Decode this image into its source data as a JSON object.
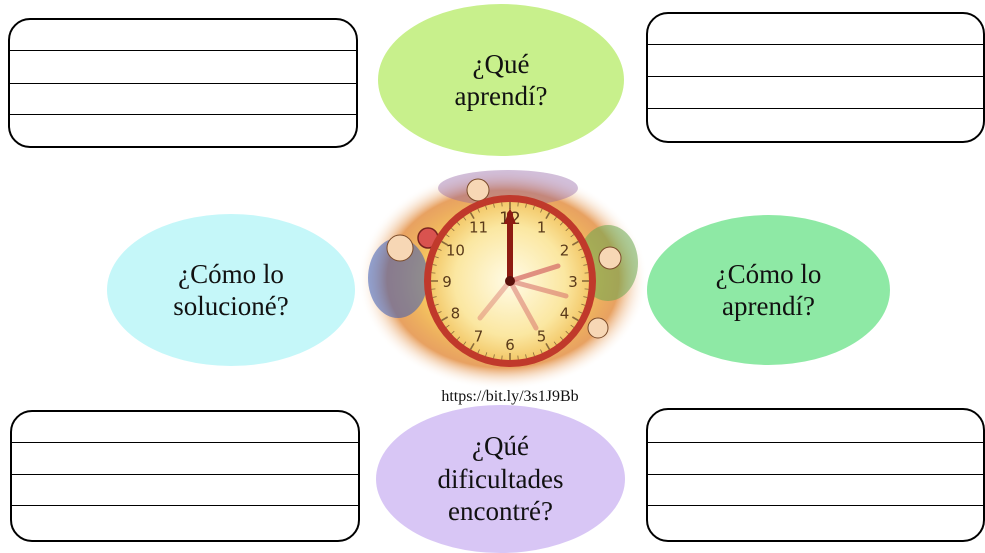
{
  "questions": {
    "what_learned": "¿Qué\naprendí?",
    "how_solved": "¿Cómo lo\nsolucioné?",
    "how_learned": "¿Cómo lo\naprendí?",
    "difficulties": "¿Qúé\ndificultades\nencontré?"
  },
  "clock_numbers": [
    "12",
    "1",
    "2",
    "3",
    "4",
    "5",
    "6",
    "7",
    "8",
    "9",
    "10",
    "11"
  ],
  "image_caption": "https://bit.ly/3s1J9Bb",
  "colors": {
    "green_light": "#c8f08c",
    "cyan_light": "#c5f7f9",
    "green": "#8ee9a5",
    "lavender": "#d8c6f5",
    "clock_rim": "#c0392b",
    "clock_face": "#fbe7a1"
  }
}
